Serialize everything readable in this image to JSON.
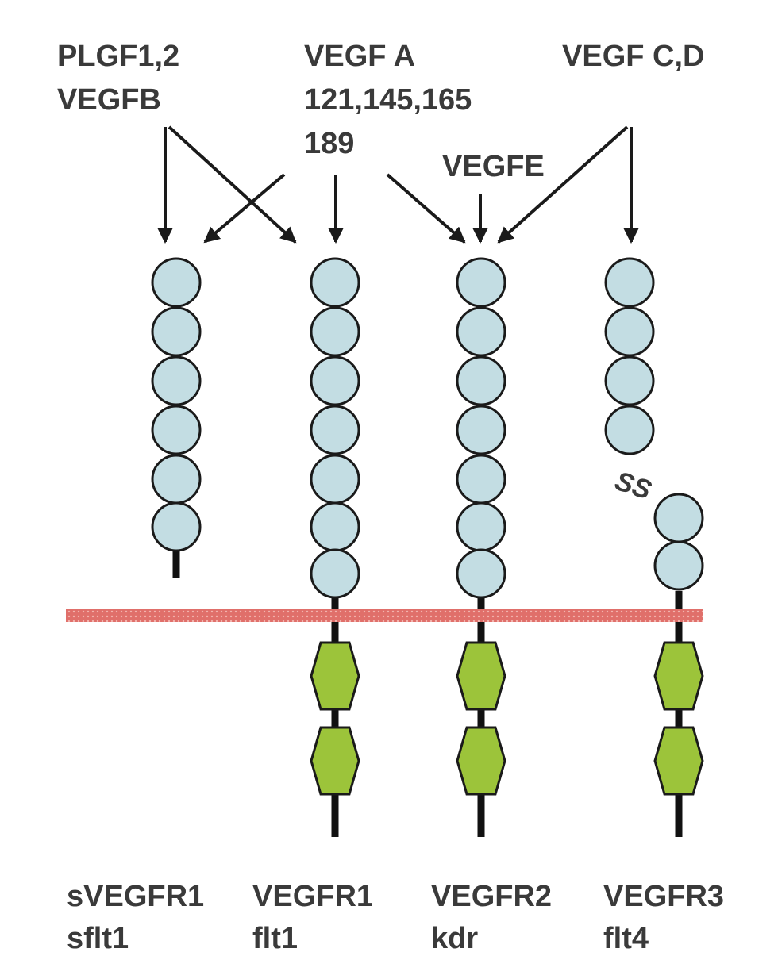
{
  "ligands": {
    "plgf_line1": "PLGF1,2",
    "plgf_line2": "VEGFB",
    "vegfa_line1": "VEGF A",
    "vegfa_line2": "121,145,165",
    "vegfa_line3": "189",
    "vegfcd": "VEGF C,D",
    "vegfe": "VEGFE"
  },
  "receptors": [
    {
      "name": "sVEGFR1",
      "alias": "sflt1",
      "ig_domains": 6,
      "kinase_domains": 0,
      "transmembrane": false
    },
    {
      "name": "VEGFR1",
      "alias": "flt1",
      "ig_domains": 7,
      "kinase_domains": 2,
      "transmembrane": true
    },
    {
      "name": "VEGFR2",
      "alias": "kdr",
      "ig_domains": 7,
      "kinase_domains": 2,
      "transmembrane": true
    },
    {
      "name": "VEGFR3",
      "alias": "flt4",
      "ig_domains": 6,
      "kinase_domains": 2,
      "transmembrane": true,
      "disulfide_label": "SS"
    }
  ],
  "colors": {
    "ig_domain_fill": "#c3dde3",
    "kinase_fill": "#9cc43a",
    "membrane": "#e06f6a",
    "text": "#3a3a3a",
    "stroke": "#1a1a1a"
  }
}
